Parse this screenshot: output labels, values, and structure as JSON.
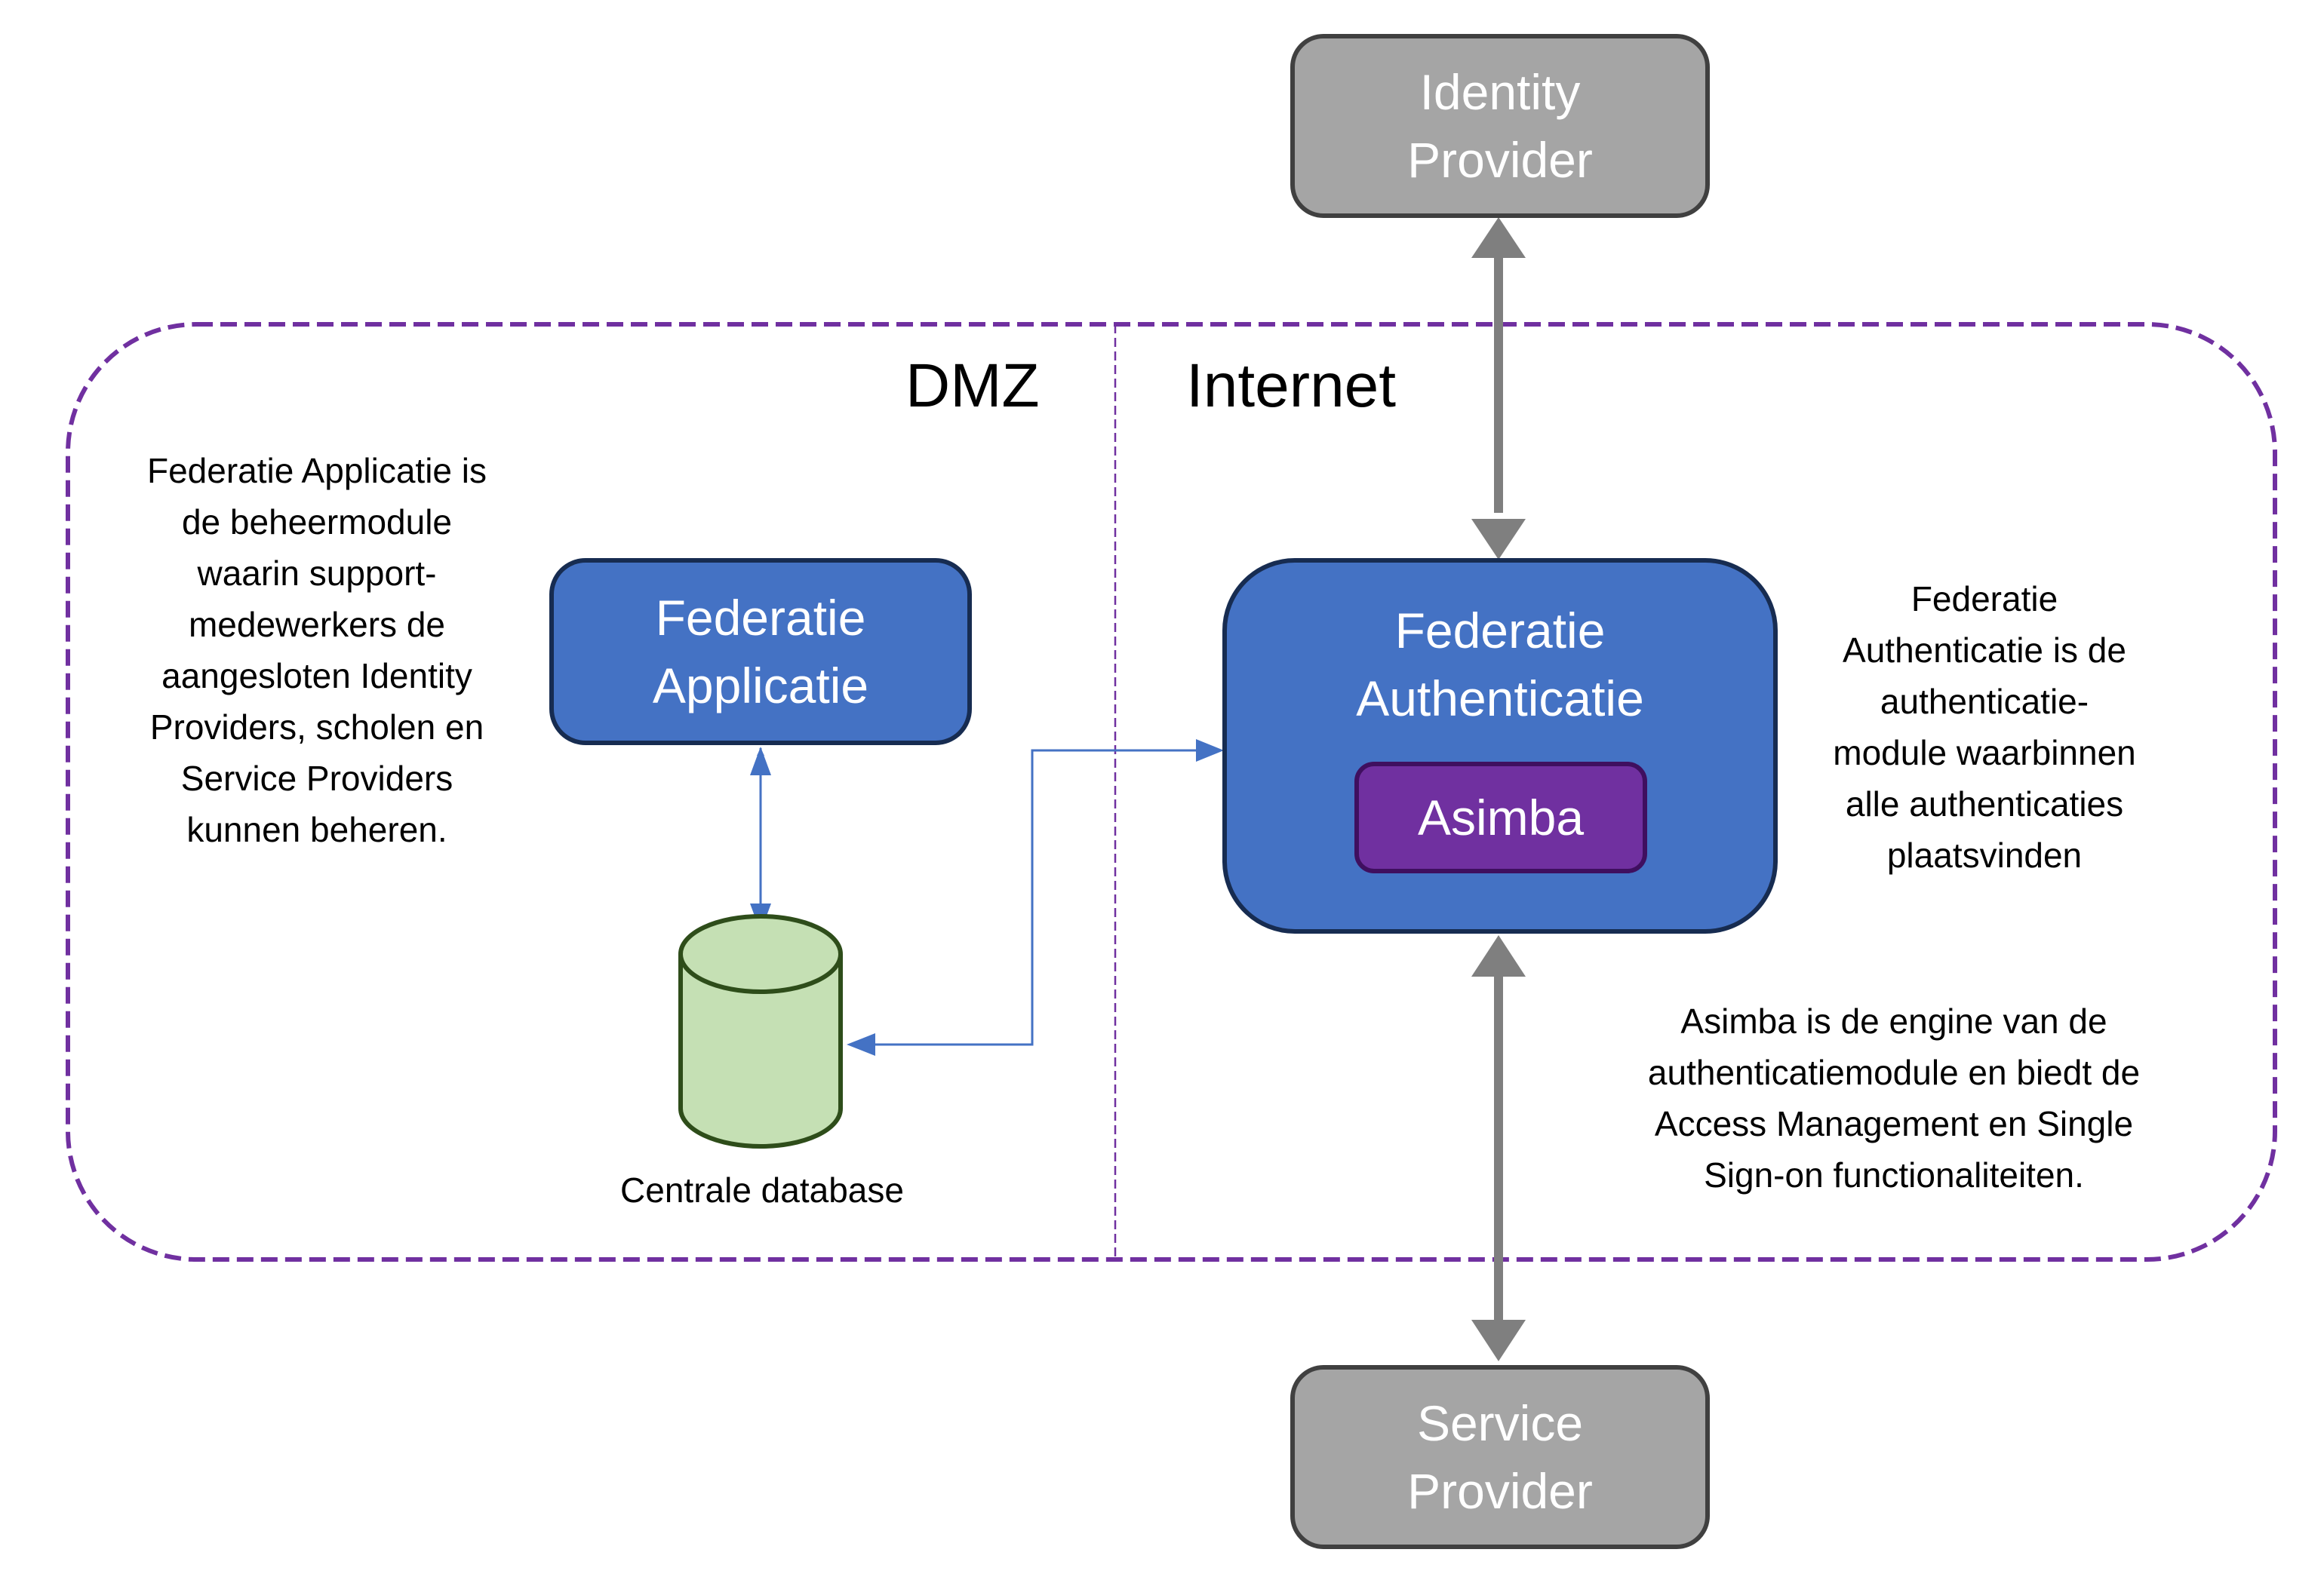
{
  "diagram": {
    "zones": {
      "dmz": "DMZ",
      "internet": "Internet"
    },
    "nodes": {
      "identity_provider": "Identity\nProvider",
      "service_provider": "Service\nProvider",
      "federatie_applicatie": "Federatie\nApplicatie",
      "federatie_authenticatie": "Federatie\nAuthenticatie",
      "asimba": "Asimba",
      "database": "Centrale database"
    },
    "notes": {
      "applicatie": "Federatie Applicatie is\nde beheermodule\nwaarin support-\nmedewerkers de\naangesloten Identity\nProviders, scholen en\nService Providers\nkunnen beheren.",
      "authenticatie": "Federatie\nAuthenticatie is de\nauthenticatie-\nmodule waarbinnen\nalle authenticaties\nplaatsvinden",
      "asimba": "Asimba is de engine van de\nauthenticatiemodule en biedt de\nAccess Management en Single\nSign-on functionaliteiten."
    },
    "connections": [
      {
        "from": "identity_provider",
        "to": "federatie_authenticatie",
        "direction": "bidirectional",
        "style": "thick-gray"
      },
      {
        "from": "federatie_authenticatie",
        "to": "service_provider",
        "direction": "bidirectional",
        "style": "thick-gray"
      },
      {
        "from": "federatie_applicatie",
        "to": "database",
        "direction": "bidirectional",
        "style": "thin-blue"
      },
      {
        "from": "database",
        "to": "federatie_authenticatie",
        "direction": "bidirectional",
        "style": "thin-blue-elbow"
      }
    ],
    "colors": {
      "boundary": "#7030a0",
      "blue_box": "#4472c4",
      "purple_box": "#7030a0",
      "gray_box": "#a5a5a5",
      "database_fill": "#c5e0b4",
      "database_stroke": "#2e4d1a",
      "gray_arrow": "#7f7f7f",
      "blue_arrow": "#4472c4"
    }
  }
}
